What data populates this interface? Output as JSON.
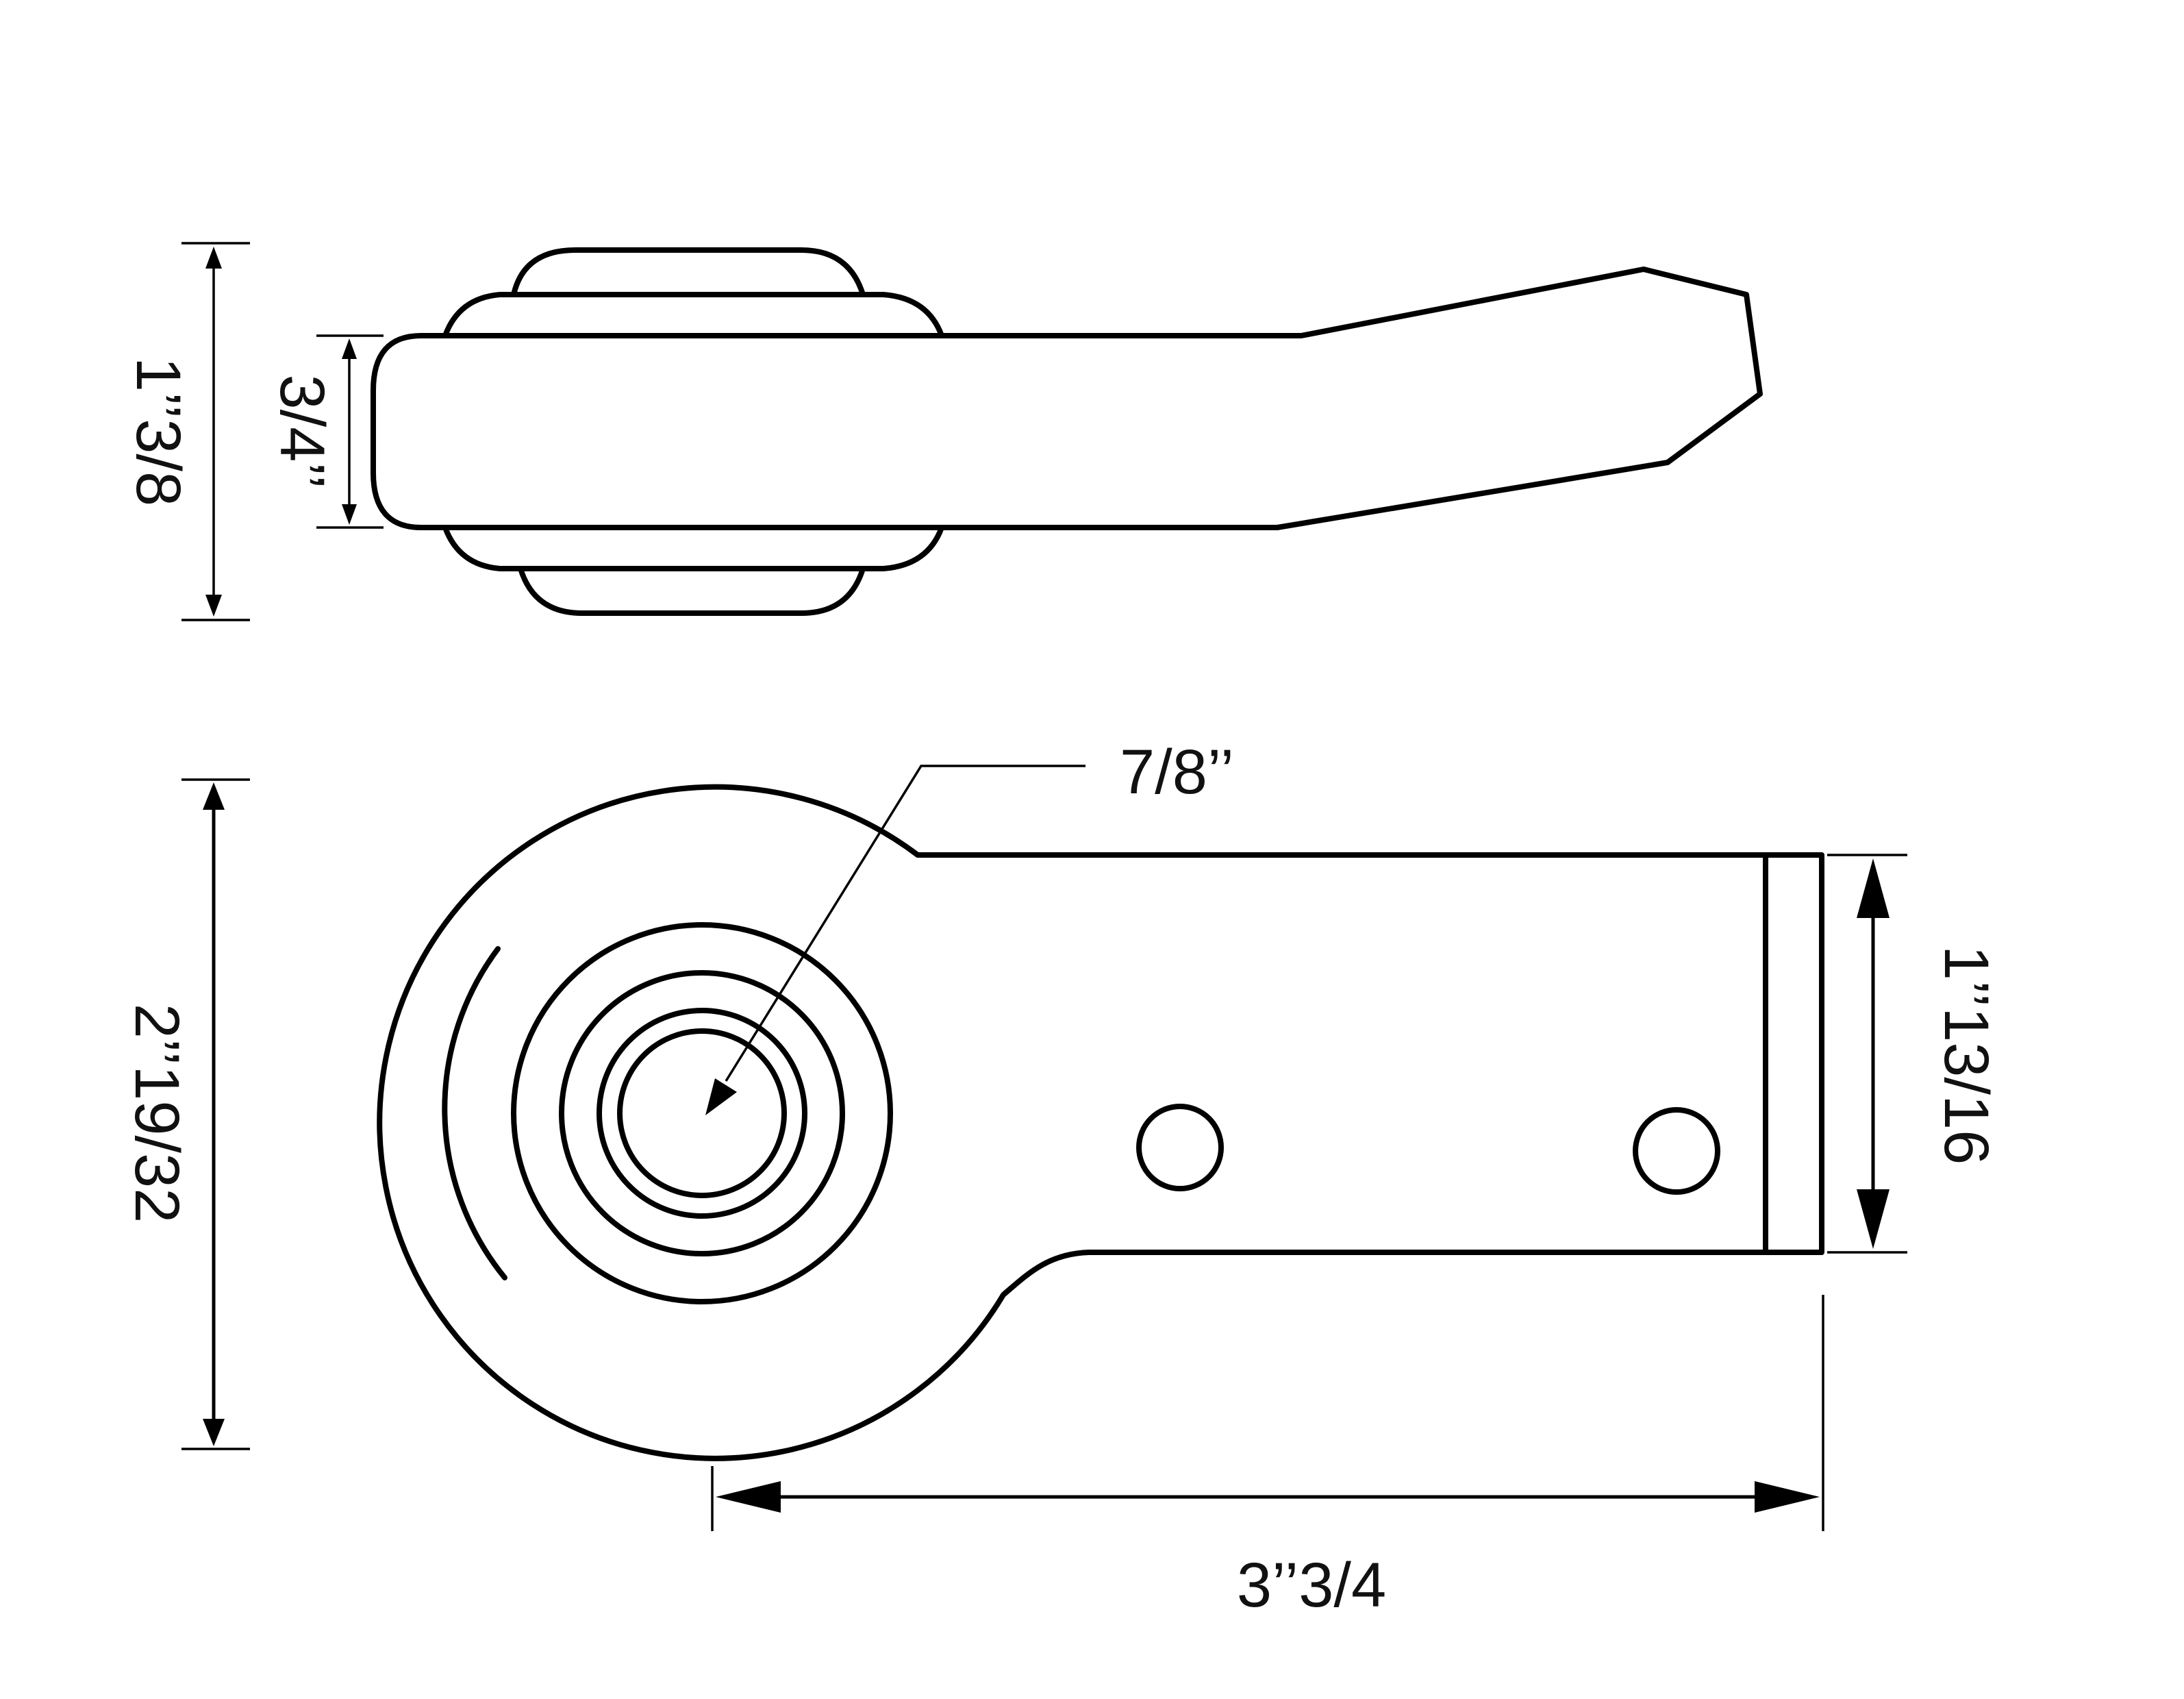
{
  "side_view": {
    "overall_height": "1’’3/8",
    "shaft_height": "3/4’’"
  },
  "top_view": {
    "hole_diameter": "7/8’’",
    "overall_height": "2’’19/32",
    "arm_height": "1’’13/16",
    "overall_length": "3’’3/4"
  }
}
